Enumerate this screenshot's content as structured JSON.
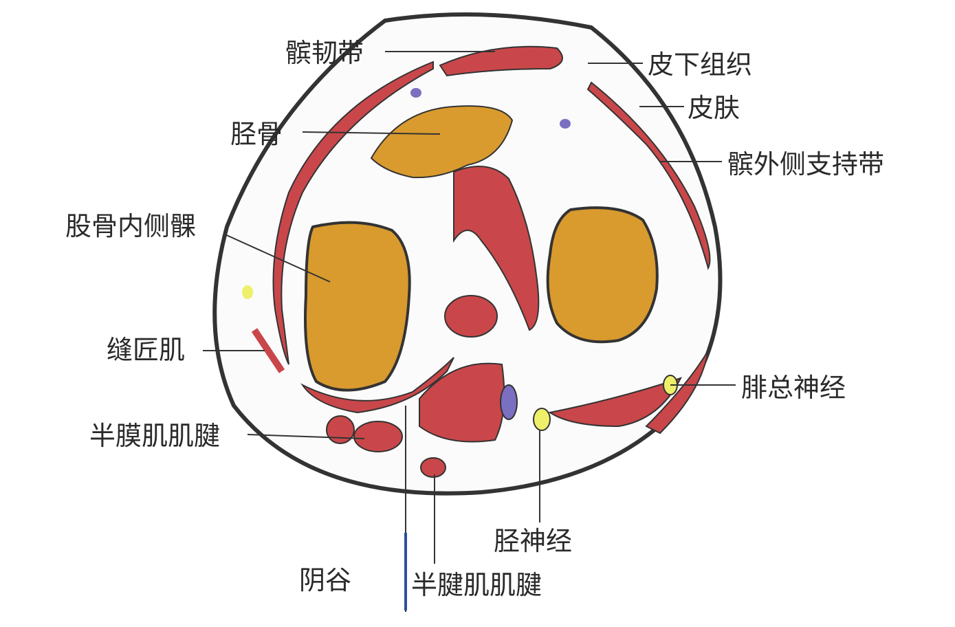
{
  "labels": {
    "patellar_ligament": "髌韧带",
    "subcutaneous_tissue": "皮下组织",
    "skin": "皮肤",
    "tibia": "胫骨",
    "lateral_patellar_retinaculum": "髌外侧支持带",
    "medial_femoral_condyle": "股骨内侧髁",
    "sartorius": "缝匠肌",
    "common_peroneal_nerve": "腓总神经",
    "semimembranosus_tendon": "半膜肌肌腱",
    "tibial_nerve": "胫神经",
    "yingu": "阴谷",
    "semitendinosus_tendon": "半腱肌肌腱"
  },
  "colors": {
    "muscle": "#c9474a",
    "bone": "#d99a2e",
    "nerve": "#eef06a",
    "vessel": "#7a6fc0",
    "outline": "#333333",
    "needle": "#2a4fa0"
  }
}
